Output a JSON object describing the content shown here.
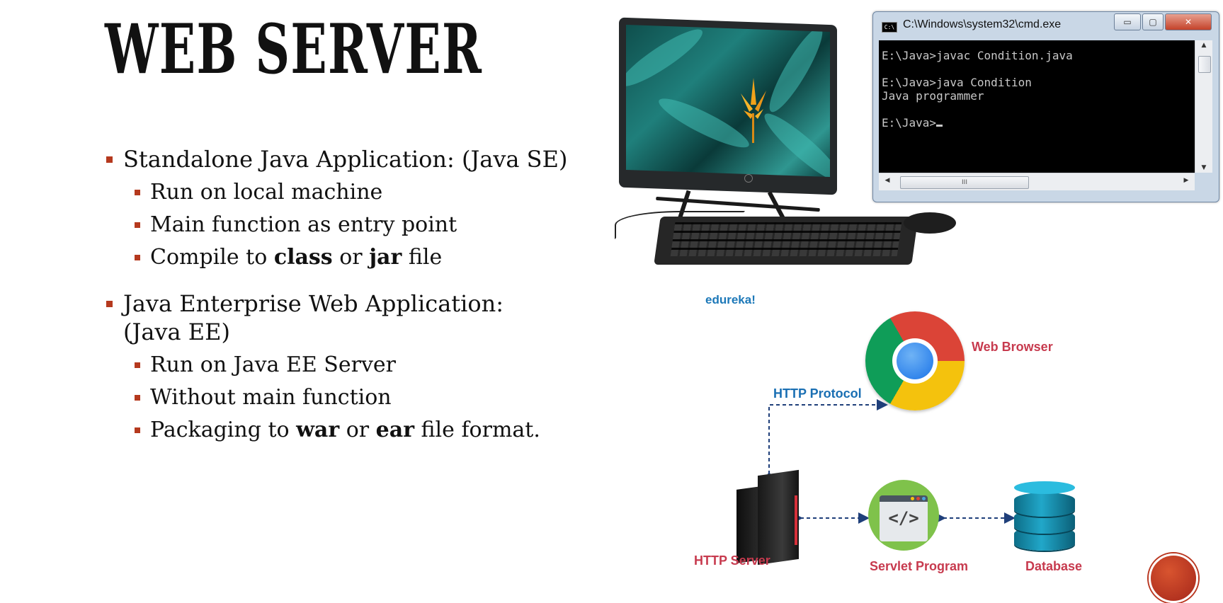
{
  "title": "WEB SERVER",
  "bullets": [
    {
      "heading": "Standalone Java Application: (Java SE)",
      "items": [
        {
          "text": "Run on local machine"
        },
        {
          "text": "Main function as entry point"
        },
        {
          "pre": "Compile to ",
          "b1": "class",
          "mid": " or ",
          "b2": "jar",
          "post": " file"
        }
      ]
    },
    {
      "heading_line1": "Java Enterprise Web Application:",
      "heading_line2": "(Java EE)",
      "items": [
        {
          "text": "Run on Java EE Server"
        },
        {
          "text": "Without main function"
        },
        {
          "pre": "Packaging to ",
          "b1": "war",
          "mid": " or ",
          "b2": "ear",
          "post": " file format."
        }
      ]
    }
  ],
  "cmd": {
    "title": "C:\\Windows\\system32\\cmd.exe",
    "icon_text": "C:\\",
    "btn_min": "▭",
    "btn_max": "▢",
    "btn_close": "✕",
    "output": "E:\\Java>javac Condition.java\n\nE:\\Java>java Condition\nJava programmer\n\nE:\\Java>",
    "hthumb_grip": "III",
    "arrow_up": "▲",
    "arrow_down": "▼",
    "arrow_left": "◀",
    "arrow_right": "▶"
  },
  "diagram": {
    "brand": "edureka!",
    "web_browser": "Web Browser",
    "http_protocol": "HTTP Protocol",
    "http_server": "HTTP Server",
    "servlet_program": "Servlet Program",
    "database": "Database",
    "code_symbol": "</>"
  },
  "colors": {
    "bullet_marker": "#b5391e",
    "label_red": "#c73a4e",
    "label_blue": "#1a6fb3",
    "arrow_dash": "#1f3f7a"
  },
  "icons": [
    "desktop-computer-icon",
    "chrome-browser-icon",
    "server-rack-icon",
    "code-window-icon",
    "database-icon"
  ]
}
